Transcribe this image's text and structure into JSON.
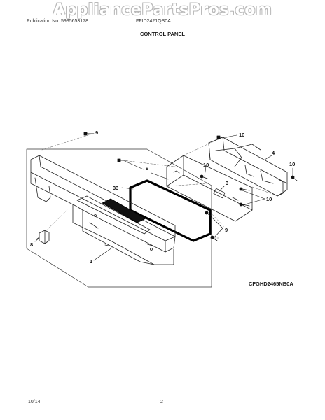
{
  "header": {
    "watermark": "AppliancePartsPros.com",
    "publication": "Publication No: 5995653178",
    "model": "FFID2421QS0A",
    "section_title": "CONTROL PANEL"
  },
  "diagram": {
    "figure_code": "CFGHD2465NB0A",
    "callouts": {
      "c9_top": "9",
      "c10_top": "10",
      "c4": "4",
      "c9_mid": "9",
      "c10_mid": "10",
      "c10_right": "10",
      "c33": "33",
      "c3": "3",
      "c10_low": "10",
      "c9_low": "9",
      "c8": "8",
      "c1": "1"
    }
  },
  "footer": {
    "date": "10/14",
    "page_number": "2"
  }
}
